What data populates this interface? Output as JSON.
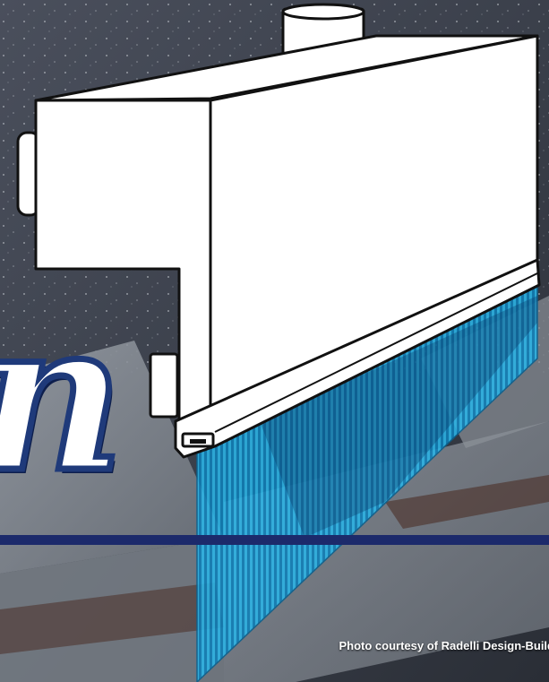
{
  "headline": {
    "visible_letter": "n"
  },
  "credit": {
    "text": "Photo courtesy of  Radelli Design-Build"
  },
  "colors": {
    "air_curtain_blue": "#1ba3d6",
    "banner_stripe": "#1c2a6b",
    "script_outline": "#1f3a7a",
    "unit_body": "#ffffff",
    "outline": "#111111"
  },
  "icons": {
    "unit": "air-curtain-unit-illustration",
    "airflow": "airflow-curtain-icon"
  }
}
